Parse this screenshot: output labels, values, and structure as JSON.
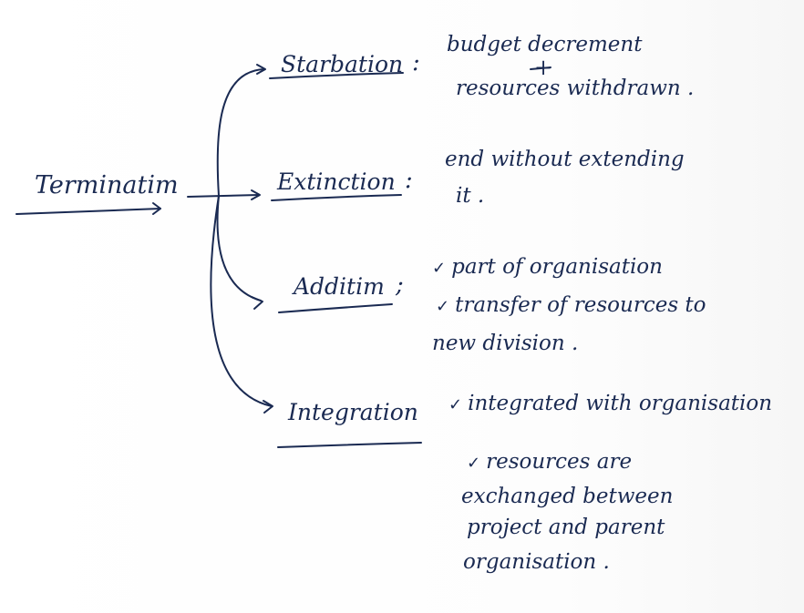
{
  "root": {
    "label": "Terminatim"
  },
  "branches": [
    {
      "label": "Starbation",
      "separator": ":",
      "lines": [
        "budget decrement",
        "+",
        "resources withdrawn ."
      ]
    },
    {
      "label": "Extinction",
      "separator": ":",
      "lines": [
        "end without extending",
        "it ."
      ]
    },
    {
      "label": "Additim",
      "separator": ";",
      "lines": [
        "part of organisation",
        "transfer of resources to",
        "new division ."
      ]
    },
    {
      "label": "Integration",
      "separator": "",
      "lines": [
        "integrated with organisation",
        "resources are",
        "exchanged between",
        "project and parent",
        "organisation ."
      ]
    }
  ],
  "check_mark": "✓",
  "colors": {
    "ink": "#1a2a52",
    "paper": "#ffffff"
  }
}
